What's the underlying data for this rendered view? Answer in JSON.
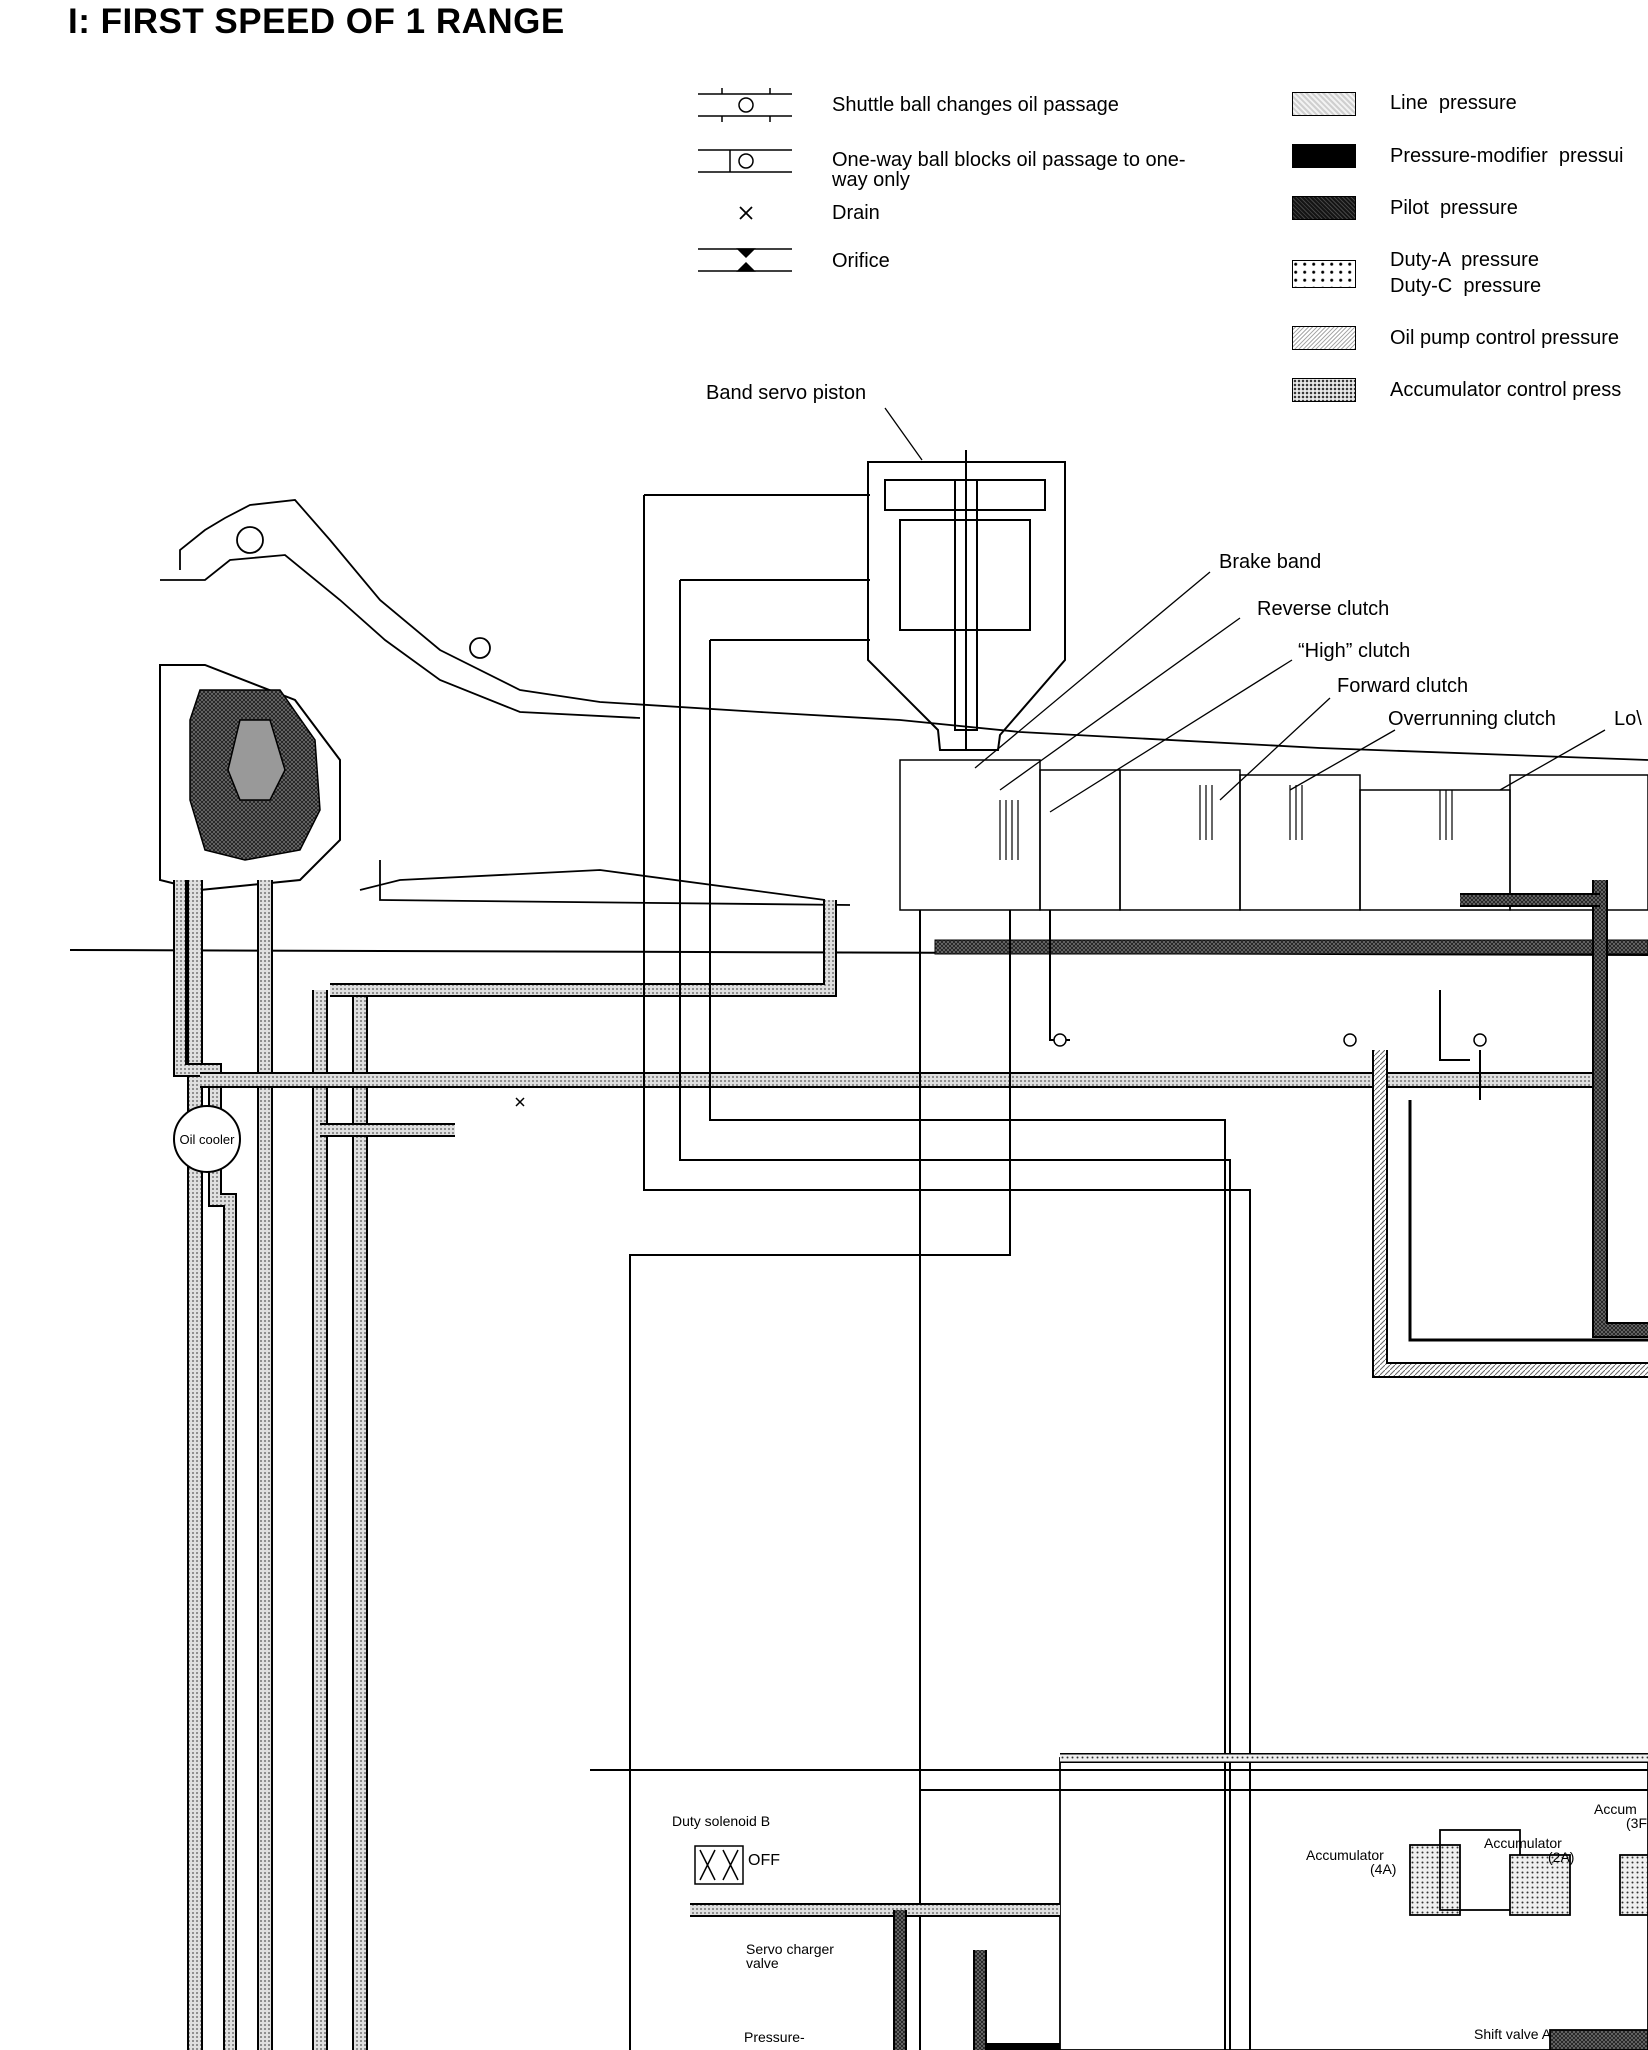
{
  "title": "I: FIRST SPEED OF 1 RANGE",
  "symbol_legend": [
    {
      "icon": "shuttle-ball-icon",
      "text": "Shuttle ball changes oil passage"
    },
    {
      "icon": "one-way-ball-icon",
      "text": "One-way ball blocks oil passage to one-way only"
    },
    {
      "icon": "drain-icon",
      "text": "Drain"
    },
    {
      "icon": "orifice-icon",
      "text": "Orifice"
    }
  ],
  "pressure_legend": [
    {
      "label": "Line  pressure",
      "pattern": "fine-dots"
    },
    {
      "label": "Pressure-modifier  pressui",
      "pattern": "solid-black"
    },
    {
      "label": "Pilot  pressure",
      "pattern": "dense-crosshatch"
    },
    {
      "label": "Duty-A  pressure",
      "label2": "Duty-C  pressure",
      "pattern": "speckle"
    },
    {
      "label": "Oil pump control pressure",
      "pattern": "light-hatch"
    },
    {
      "label": "Accumulator control press",
      "pattern": "dot-grid"
    }
  ],
  "components": {
    "band_servo_piston": "Band servo piston",
    "brake_band": "Brake band",
    "reverse_clutch": "Reverse clutch",
    "high_clutch": "“High” clutch",
    "forward_clutch": "Forward clutch",
    "overrunning_clutch": "Overrunning clutch",
    "low_clipped": "Lo\\",
    "oil_cooler": "Oil cooler",
    "duty_solenoid_b": "Duty solenoid B",
    "solenoid_state": "OFF",
    "servo_charger_valve_1": "Servo charger",
    "servo_charger_valve_2": "valve",
    "pressure_modifier_clipped": "Pressure-",
    "accumulator_4a_1": "Accumulator",
    "accumulator_4a_2": "(4A)",
    "accumulator_2a_1": "Accumulator",
    "accumulator_2a_2": "(2A)",
    "accum_clipped_1": "Accum",
    "accum_clipped_2": "(3F",
    "shift_valve_a": "Shift valve A"
  },
  "colors": {
    "ink": "#000000",
    "paper": "#ffffff",
    "line_pressure_fill": "#a8a8a8",
    "pilot_fill": "#555555"
  }
}
